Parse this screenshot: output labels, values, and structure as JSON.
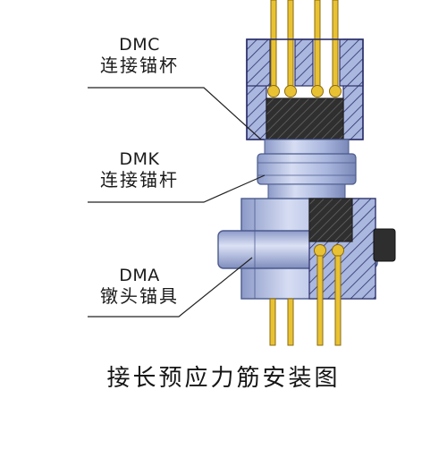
{
  "labels": {
    "dmc": {
      "code": "DMC",
      "name": "连接锚杯"
    },
    "dmk": {
      "code": "DMK",
      "name": "连接锚杆"
    },
    "dma": {
      "code": "DMA",
      "name": "镦头锚具"
    }
  },
  "caption": "接长预应力筋安装图",
  "colors": {
    "wire": "#e9c233",
    "wire_edge": "#8a6a10",
    "steel": "#aab7de",
    "steel_dark": "#4a5a8c",
    "hatch": "#2b2f6a",
    "rod_core": "#3a3a3a",
    "line": "#222222"
  }
}
